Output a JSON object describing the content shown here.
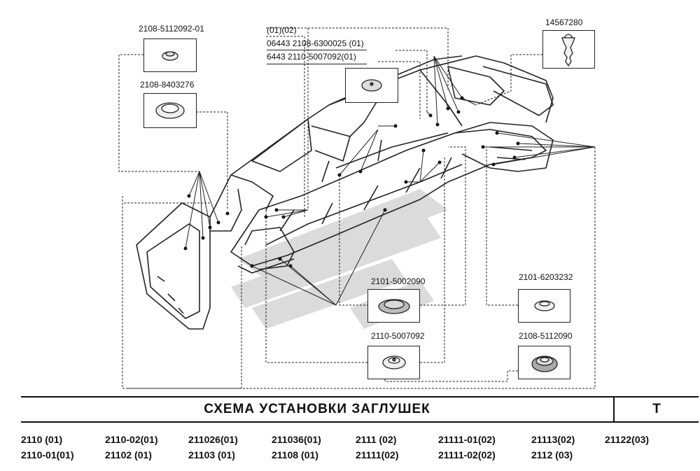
{
  "parts": [
    {
      "code": "2108-5112092-01"
    },
    {
      "code": "2108-8403276"
    },
    {
      "code": "14567280"
    },
    {
      "code": "2101-5002090"
    },
    {
      "code": "2101-6203232"
    },
    {
      "code": "2110-5007092"
    },
    {
      "code": "2108-5112090"
    }
  ],
  "refs": {
    "variants": "(01)(02)",
    "line1": "06443 2108-6300025 (01)",
    "line2": "6443 2110-5007092(01)"
  },
  "title": {
    "text": "СХЕМА  УСТАНОВКИ  ЗАГЛУШЕК",
    "code": "T"
  },
  "models": [
    "2110      (01)",
    "2110-02(01)",
    "211026(01)",
    "211036(01)",
    "2111  (02)",
    "21111-01(02)",
    "21113(02)",
    "21122(03)",
    "2110-01(01)",
    "21102   (01)",
    "21103  (01)",
    "21108  (01)",
    "21111(02)",
    "21111-02(02)",
    "2112  (03)"
  ]
}
